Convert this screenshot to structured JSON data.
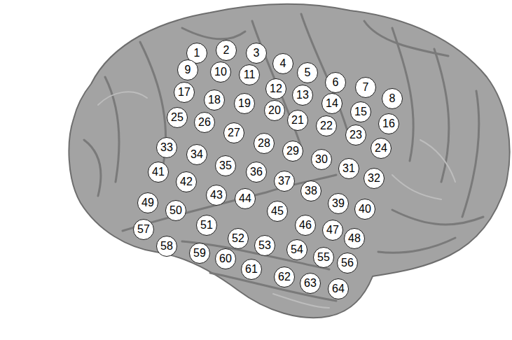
{
  "diagram": {
    "nodes": [
      {
        "text": [
          "1"
        ]
      },
      {
        "text": [
          "2"
        ]
      },
      {
        "text": [
          "3"
        ]
      },
      {
        "text": [
          "4"
        ]
      },
      {
        "text": [
          "5"
        ]
      },
      {
        "text": [
          "6"
        ]
      },
      {
        "text": [
          "7"
        ]
      },
      {
        "text": [
          "8"
        ]
      },
      {
        "text": [
          "9"
        ]
      },
      {
        "text": [
          "10"
        ]
      },
      {
        "text": [
          "11"
        ]
      },
      {
        "text": [
          "12"
        ]
      },
      {
        "text": [
          "13"
        ]
      },
      {
        "text": [
          "14"
        ]
      },
      {
        "text": [
          "15"
        ]
      },
      {
        "text": [
          "16"
        ]
      },
      {
        "text": [
          "17"
        ]
      },
      {
        "text": [
          "18"
        ]
      },
      {
        "text": [
          "19"
        ]
      },
      {
        "text": [
          "20"
        ]
      },
      {
        "text": [
          "21"
        ]
      },
      {
        "text": [
          "22"
        ]
      },
      {
        "text": [
          "23"
        ]
      },
      {
        "text": [
          "24"
        ]
      },
      {
        "text": [
          "25"
        ]
      },
      {
        "text": [
          "26"
        ]
      },
      {
        "text": [
          "27"
        ]
      },
      {
        "text": [
          "28"
        ]
      },
      {
        "text": [
          "29"
        ]
      },
      {
        "text": [
          "30"
        ]
      },
      {
        "text": [
          "31"
        ]
      },
      {
        "text": [
          "32"
        ]
      },
      {
        "text": [
          "33"
        ]
      },
      {
        "text": [
          "34"
        ]
      },
      {
        "text": [
          "35"
        ]
      },
      {
        "text": [
          "36"
        ]
      },
      {
        "text": [
          "37"
        ]
      },
      {
        "text": [
          "38"
        ]
      },
      {
        "text": [
          "39"
        ]
      },
      {
        "text": [
          "40"
        ]
      },
      {
        "text": [
          "41"
        ]
      },
      {
        "text": [
          "42"
        ]
      },
      {
        "text": [
          "43"
        ]
      },
      {
        "text": [
          "44"
        ]
      },
      {
        "text": [
          "45"
        ]
      },
      {
        "text": [
          "46"
        ]
      },
      {
        "text": [
          "47"
        ]
      },
      {
        "text": [
          "48"
        ]
      },
      {
        "text": [
          "49"
        ]
      },
      {
        "text": [
          "50"
        ]
      },
      {
        "text": [
          "51"
        ]
      },
      {
        "text": [
          "52"
        ]
      },
      {
        "text": [
          "53"
        ]
      },
      {
        "text": [
          "54"
        ]
      },
      {
        "text": [
          "55"
        ]
      },
      {
        "text": [
          "56"
        ]
      },
      {
        "text": [
          "57"
        ]
      },
      {
        "text": [
          "58"
        ]
      },
      {
        "text": [
          "59"
        ]
      },
      {
        "text": [
          "60"
        ]
      },
      {
        "text": [
          "61"
        ]
      },
      {
        "text": [
          "62"
        ]
      },
      {
        "text": [
          "63"
        ]
      },
      {
        "text": [
          "64"
        ]
      }
    ]
  }
}
